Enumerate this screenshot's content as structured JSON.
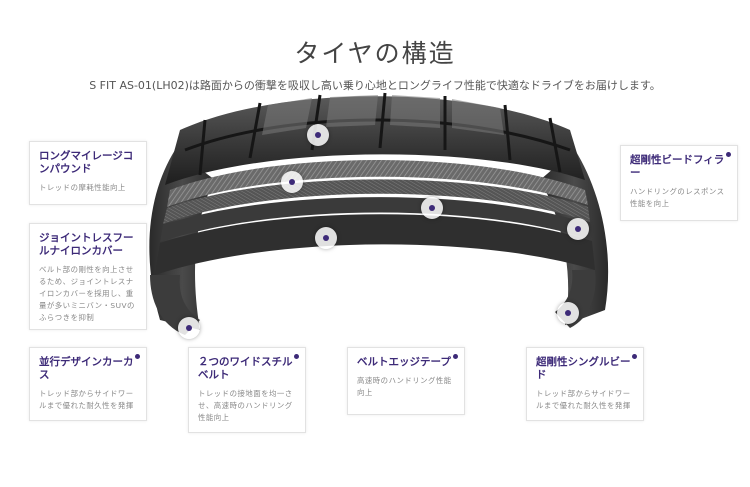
{
  "page": {
    "title": "タイヤの構造",
    "subtitle": "S FIT AS-01(LH02)は路面からの衝撃を吸収し高い乗り心地とロングライフ性能で快適なドライブをお届けします。"
  },
  "callouts": [
    {
      "id": "long-mileage",
      "title": "ロングマイレージコンパウンド",
      "desc": "トレッドの摩耗性能向上"
    },
    {
      "id": "jointless",
      "title": "ジョイントレスフールナイロンカバー",
      "desc": "ベルト部の剛性を向上させるため、ジョイントレスナイロンカバーを採用し、重量が多いミニバン・SUVのふらつきを抑制"
    },
    {
      "id": "parallel-design",
      "title": "並行デザインカーカス",
      "desc": "トレッド部からサイドワールまで優れた耐久性を発揮"
    },
    {
      "id": "wide-steel",
      "title": "２つのワイドスチルベルト",
      "desc": "トレッドの接地面を均一させ、高速時のハンドリング性能向上"
    },
    {
      "id": "belt-edge",
      "title": "ベルトエッジテープ",
      "desc": "高速時のハンドリング性能向上"
    },
    {
      "id": "single-bead",
      "title": "超剛性シングルビード",
      "desc": "トレッド部からサイドワールまで優れた耐久性を発揮"
    },
    {
      "id": "bead-filler",
      "title": "超剛性ビードフィラー",
      "desc": "ハンドリングのレスポンス性能を向上"
    }
  ],
  "colors": {
    "accent": "#3d2a78",
    "tire": "#2b2b2b"
  }
}
